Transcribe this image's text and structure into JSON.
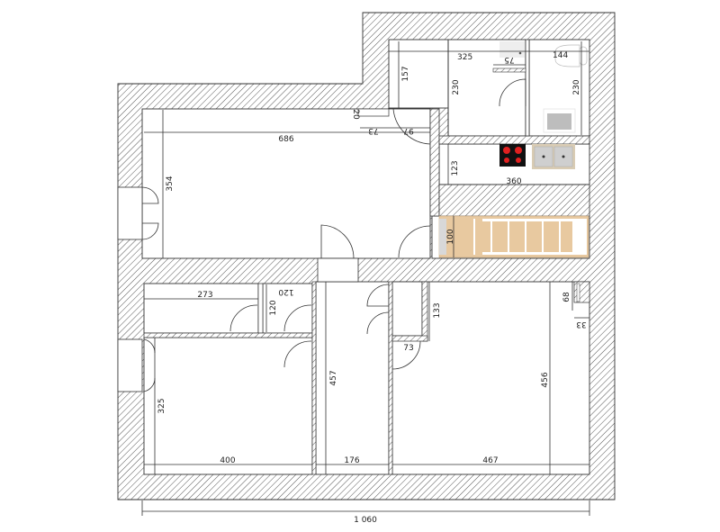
{
  "plan": {
    "colors": {
      "wall_hatch": "#555555",
      "wall_bg": "#ffffff",
      "stairs_wood": "#e8c9a0",
      "stairs_gap": "#d8d8d8",
      "hob": "#111111",
      "hob_burner": "#e02020",
      "sink": "#cfcfcf",
      "sink_frame": "#d9ccb4"
    },
    "overall_width": "1 060",
    "dimensions": {
      "living_room_width": "686",
      "living_room_depth": "354",
      "small_niche_depth": "20",
      "niche_width_a": "73",
      "door_width_97": "97",
      "hall_top_depth": "157",
      "bathroom_width": "325",
      "bathroom_depth": "230",
      "shower_width": "75",
      "wc_width": "144",
      "wc_depth": "230",
      "kitchen_depth": "123",
      "kitchen_width": "360",
      "stairs_width": "100",
      "storage_width": "273",
      "closet_width": "120",
      "closet_depth": "120",
      "corridor_length": "457",
      "wardrobe_depth": "133",
      "wardrobe_width": "73",
      "bedroom_right_depth": "456",
      "pillar_depth": "68",
      "pillar_width": "33",
      "bedroom_left_depth": "325",
      "bedroom_left_width": "400",
      "corridor_width": "176",
      "bedroom_right_width": "467"
    },
    "fixtures": {
      "hob": "hob-icon",
      "sink": "kitchen-sink-icon",
      "toilet": "toilet-icon",
      "washbasin": "washbasin-icon",
      "stairs": "stairs-icon"
    }
  }
}
